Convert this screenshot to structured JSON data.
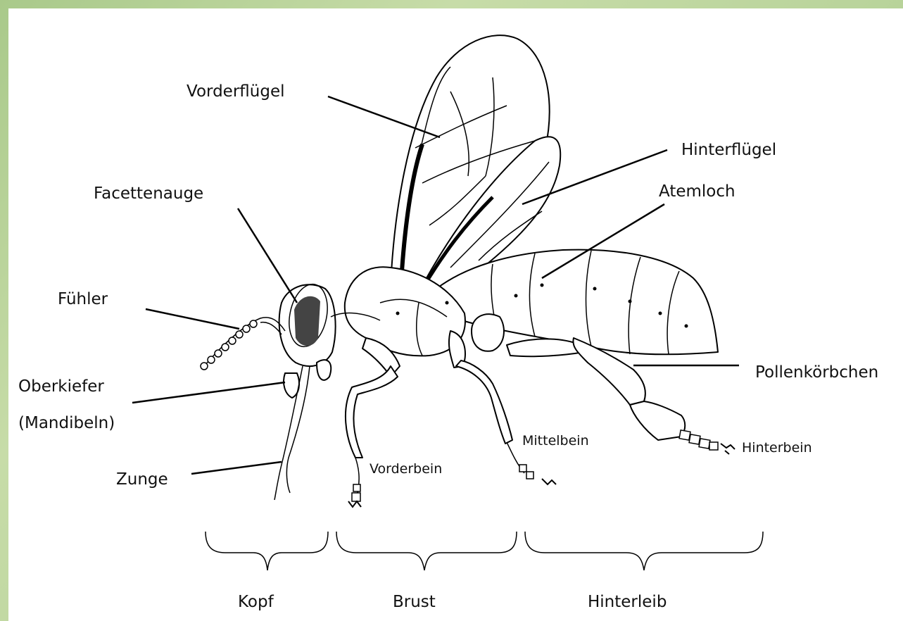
{
  "labels": {
    "vorderfluegel": "Vorderflügel",
    "hinterfluegel": "Hinterflügel",
    "facettenauge": "Facettenauge",
    "atemloch": "Atemloch",
    "fuehler": "Fühler",
    "oberkiefer": "Oberkiefer",
    "mandibeln": "(Mandibeln)",
    "pollenkoerbchen": "Pollenkörbchen",
    "mittelbein": "Mittelbein",
    "hinterbein": "Hinterbein",
    "zunge": "Zunge",
    "vorderbein": "Vorderbein"
  },
  "sections": {
    "kopf": "Kopf",
    "brust": "Brust",
    "hinterleib": "Hinterleib"
  },
  "colors": {
    "background": "#b8d39a",
    "sheet": "#ffffff",
    "ink": "#000000"
  }
}
